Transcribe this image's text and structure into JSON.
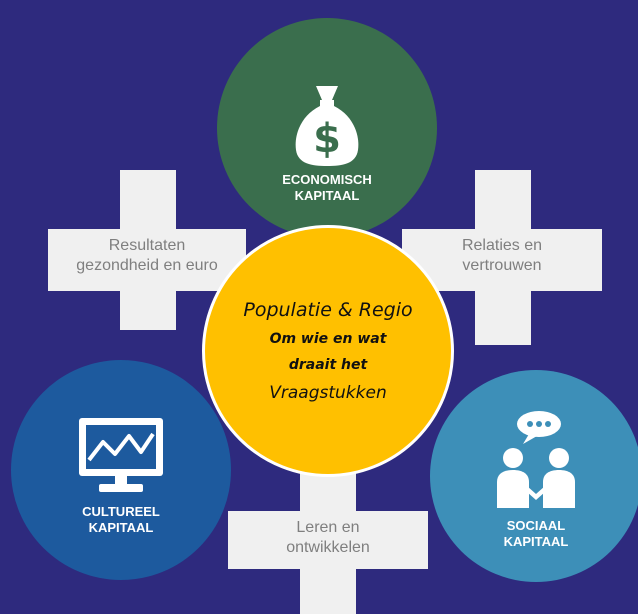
{
  "background_color": "#2e2a7e",
  "crosses": {
    "top_left": "Resultaten\ngezondheid  en euro",
    "top_right": "Relaties en\nvertrouwen",
    "bottom": "Leren en\nontwikkelen"
  },
  "circles": {
    "economisch": {
      "line1": "ECONOMISCH",
      "line2": "KAPITAAL",
      "color": "#3a6e4d",
      "icon": "money-bag-icon"
    },
    "cultureel": {
      "line1": "CULTUREEL",
      "line2": "KAPITAAL",
      "color": "#1d5a9e",
      "icon": "monitor-chart-icon"
    },
    "sociaal": {
      "line1": "SOCIAAL",
      "line2": "KAPITAAL",
      "color": "#3d8fb8",
      "icon": "people-chat-icon"
    }
  },
  "center": {
    "title": "Populatie & Regio",
    "sub1": "Om wie en wat",
    "sub2": "draait het",
    "sub3": "Vraagstukken",
    "color": "#ffc000"
  }
}
